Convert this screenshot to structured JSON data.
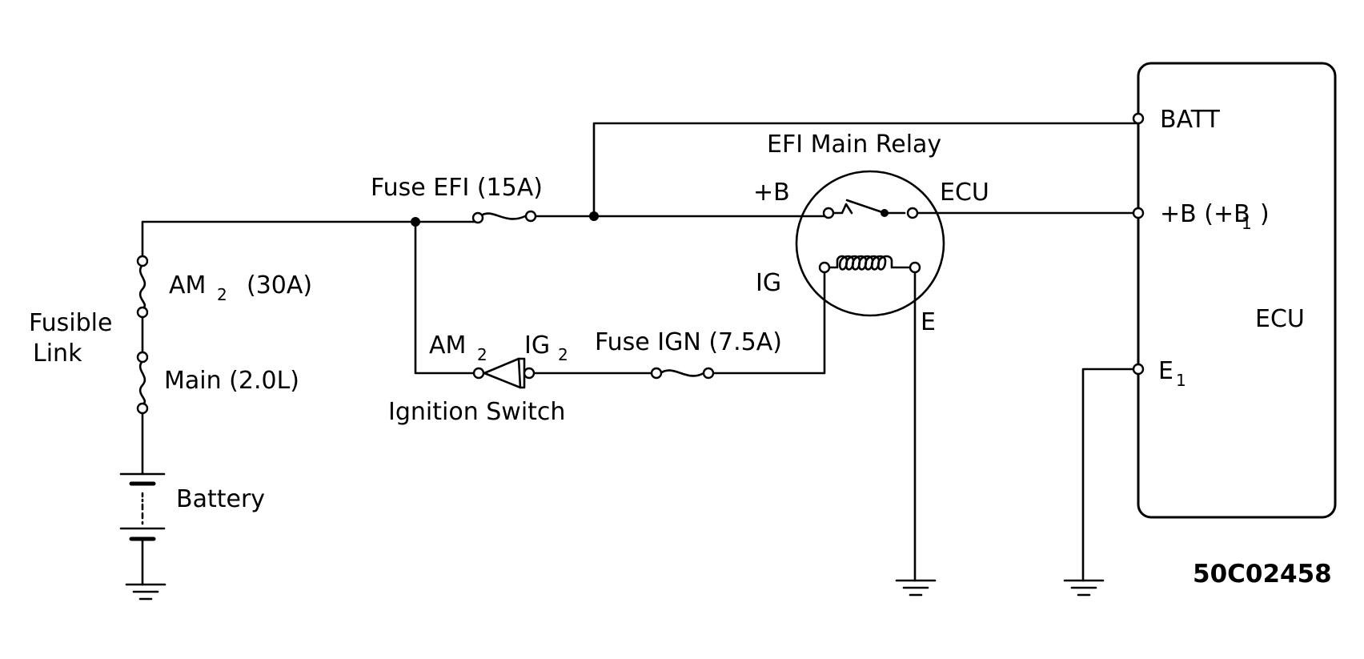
{
  "diagram": {
    "labels": {
      "fusible_link": [
        "Fusible",
        "Link"
      ],
      "am2_fuse": "AM",
      "am2_fuse_sub": "2",
      "am2_fuse_rating": "(30A)",
      "main_fuse": "Main (2.0L)",
      "battery": "Battery",
      "fuse_efi": "Fuse EFI (15A)",
      "relay_title": "EFI Main Relay",
      "relay_b": "+B",
      "relay_ecu": "ECU",
      "relay_ig": "IG",
      "relay_e": "E",
      "switch_am2": "AM",
      "switch_am2_sub": "2",
      "switch_ig2": "IG",
      "switch_ig2_sub": "2",
      "fuse_ign": "Fuse IGN (7.5A)",
      "ignition_switch": "Ignition Switch",
      "ecu_batt": "BATT",
      "ecu_b1_prefix": "+B (+B",
      "ecu_b1_sub": "1",
      "ecu_b1_suffix": ")",
      "ecu_e1": "E",
      "ecu_e1_sub": "1",
      "ecu_name": "ECU",
      "figure_code": "50C02458"
    }
  }
}
